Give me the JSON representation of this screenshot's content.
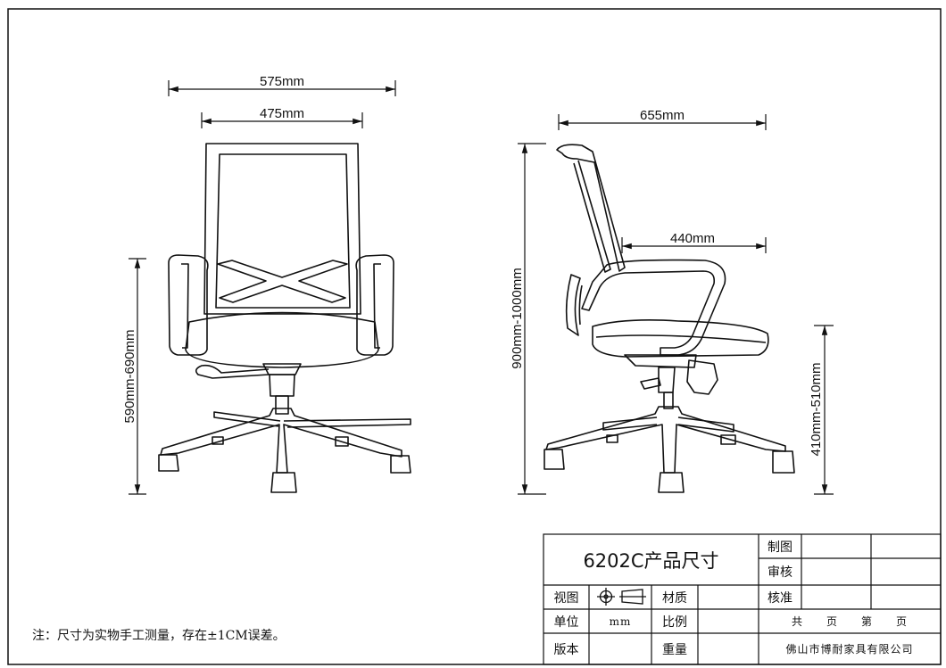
{
  "dimensions": {
    "front_outer_width": "575mm",
    "front_inner_width": "475mm",
    "front_armrest_height": "590mm-690mm",
    "side_depth": "655mm",
    "side_seat_depth": "440mm",
    "side_total_height": "900mm-1000mm",
    "side_seat_height": "410mm-510mm"
  },
  "title_block": {
    "product_title": "6202C产品尺寸",
    "labels": {
      "drawn": "制图",
      "checked": "审核",
      "approved": "核准",
      "view": "视图",
      "material": "材质",
      "unit": "单位",
      "unit_value": "mm",
      "scale": "比例",
      "version": "版本",
      "weight": "重量",
      "pages": "共　　页　　第　　页",
      "company": "佛山市博耐家具有限公司"
    }
  },
  "note": "注：尺寸为实物手工测量，存在±1CM误差。"
}
